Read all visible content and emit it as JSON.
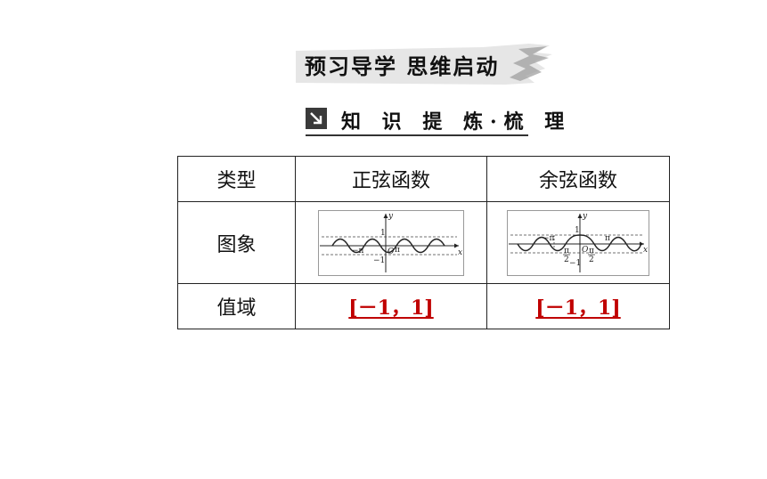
{
  "header": {
    "title": "预习导学  思维启动",
    "subtitle": "知 识 提 炼·梳 理",
    "subtitle_icon": "arrow-down-right-icon"
  },
  "table": {
    "headers": [
      "类型",
      "正弦函数",
      "余弦函数"
    ],
    "graph_row_label": "图象",
    "range_row_label": "值域",
    "sine_range": "[－1，1]",
    "cosine_range": "[－1，1]",
    "range_color": "#c00000"
  },
  "sine_graph": {
    "y_label": "y",
    "x_label": "x",
    "tick_1": "1",
    "tick_neg1": "−1",
    "tick_negpi": "−π",
    "origin": "O",
    "tick_pi": "π"
  },
  "cosine_graph": {
    "y_label": "y",
    "x_label": "x",
    "tick_1": "1",
    "tick_neg1": "−1",
    "tick_negpi": "−π",
    "origin": "O",
    "tick_pi": "π",
    "tick_negpi2_num": "π",
    "tick_negpi2_den": "2",
    "tick_pi2_num": "π",
    "tick_pi2_den": "2"
  }
}
